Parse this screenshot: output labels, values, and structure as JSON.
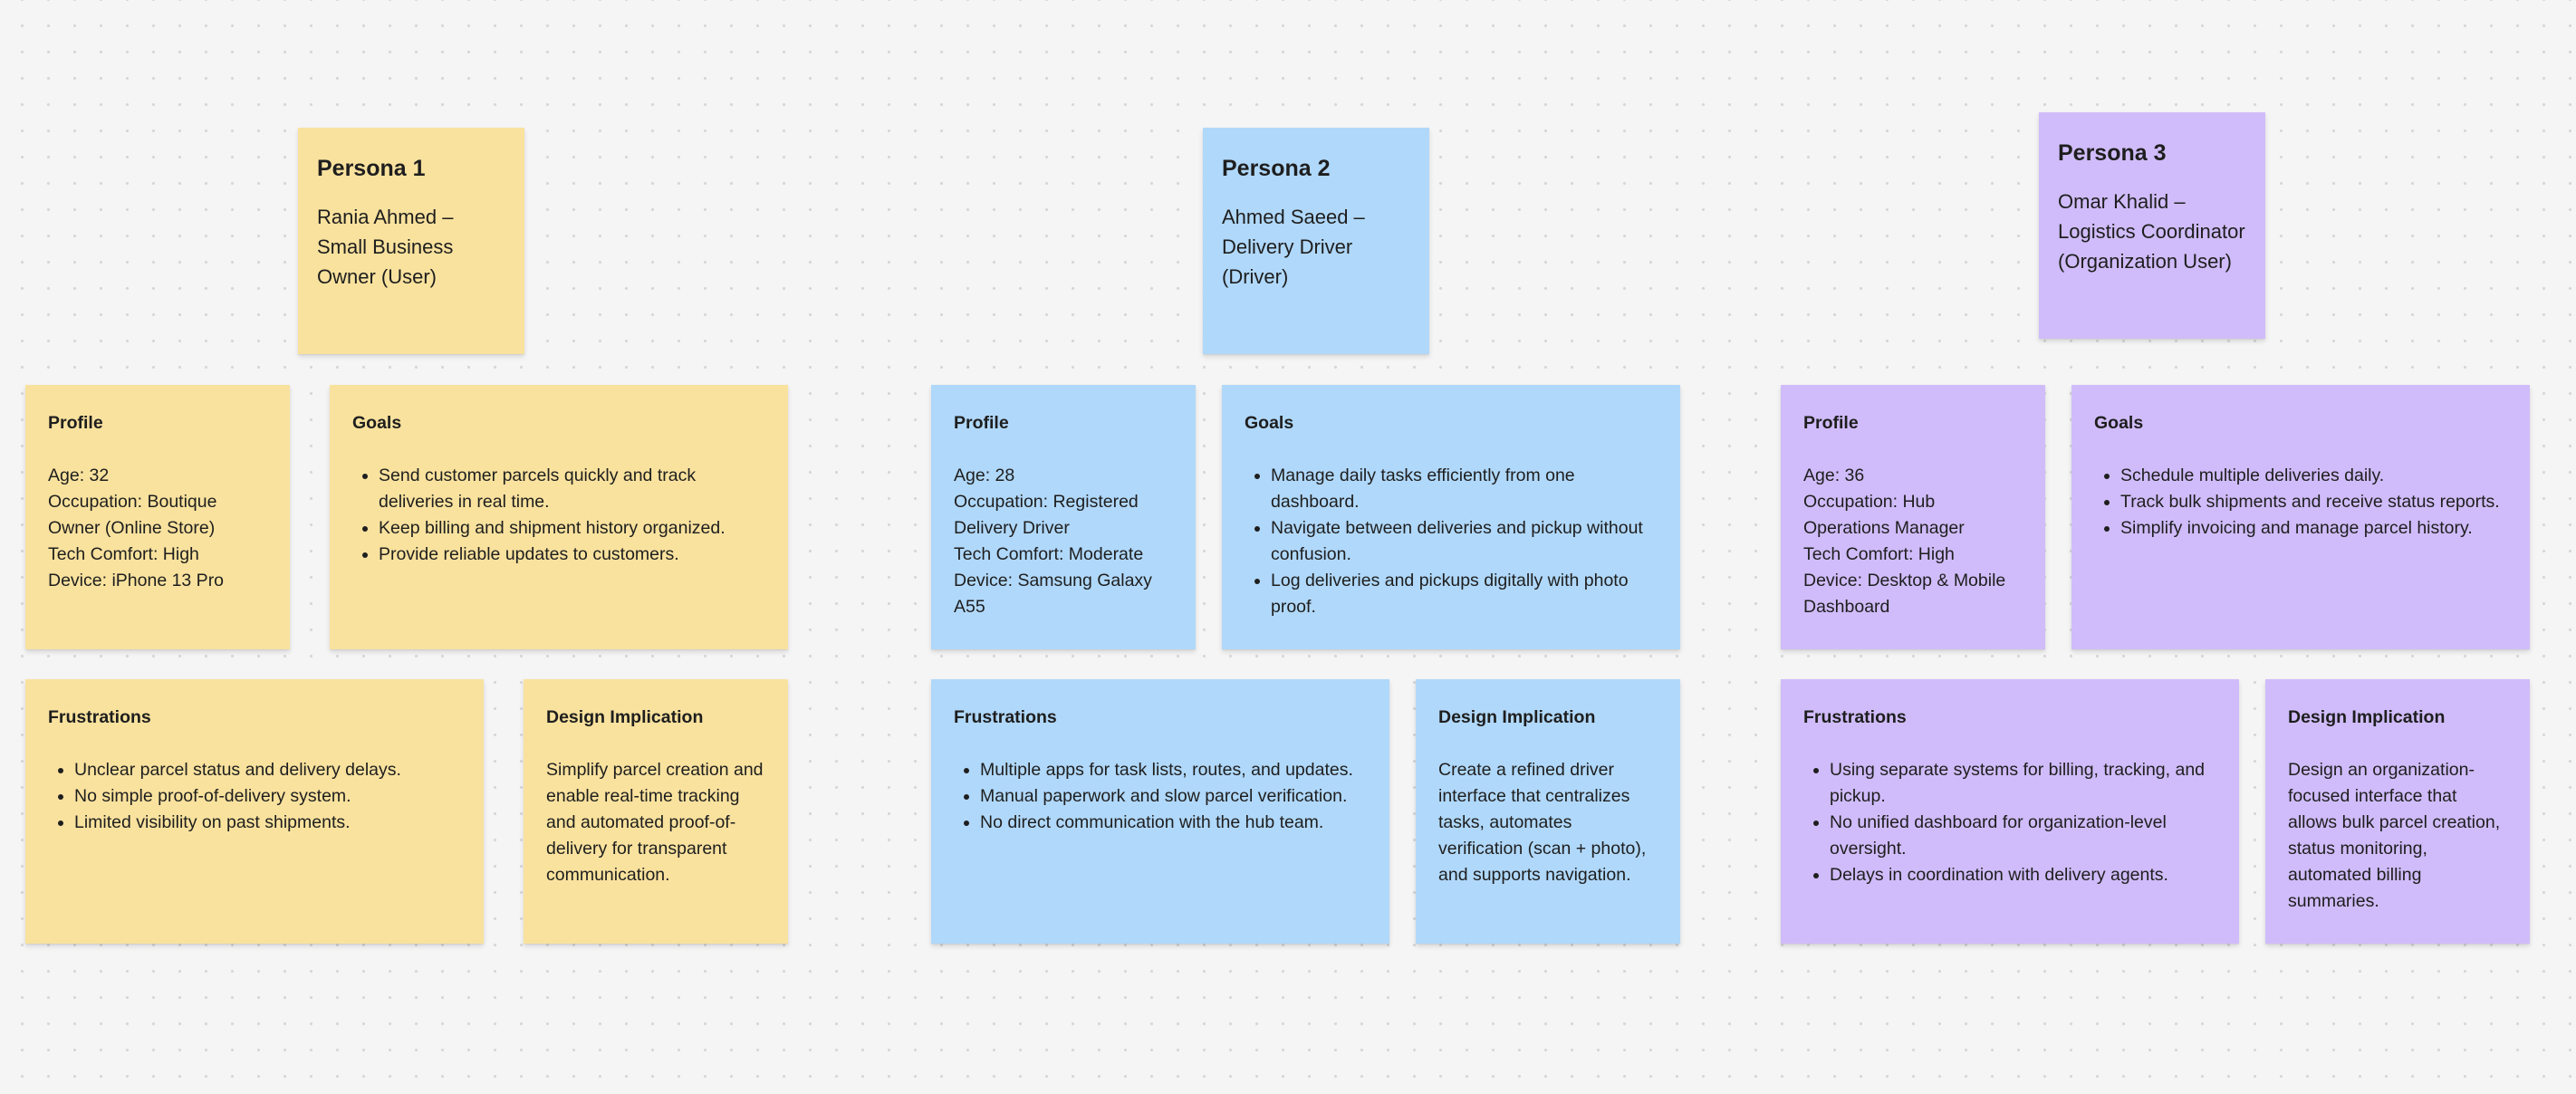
{
  "colors": {
    "persona_1": "#f9e29e",
    "persona_2": "#b0d8fa",
    "persona_3": "#d0bcfa",
    "canvas_background": "#f5f5f5"
  },
  "personas": [
    {
      "title": "Persona 1",
      "subtitle": "Rania Ahmed – Small Business Owner (User)",
      "profile": {
        "title": "Profile",
        "lines": [
          "Age: 32",
          "Occupation: Boutique Owner (Online Store)",
          "Tech Comfort: High",
          "Device: iPhone 13 Pro"
        ]
      },
      "goals": {
        "title": "Goals",
        "items": [
          "Send customer parcels quickly and track deliveries in real time.",
          "Keep billing and shipment history organized.",
          "Provide reliable updates to customers."
        ]
      },
      "frustrations": {
        "title": "Frustrations",
        "items": [
          "Unclear parcel status and delivery delays.",
          "No simple proof-of-delivery system.",
          "Limited visibility on past shipments."
        ]
      },
      "design": {
        "title": "Design Implication",
        "text": "Simplify parcel creation and enable real-time tracking and automated proof-of-delivery for transparent communication."
      }
    },
    {
      "title": "Persona 2",
      "subtitle": "Ahmed Saeed – Delivery Driver (Driver)",
      "profile": {
        "title": "Profile",
        "lines": [
          "Age: 28",
          "Occupation: Registered Delivery Driver",
          "Tech Comfort: Moderate",
          "Device: Samsung Galaxy A55"
        ]
      },
      "goals": {
        "title": "Goals",
        "items": [
          "Manage daily tasks efficiently from one dashboard.",
          "Navigate between deliveries and pickup without confusion.",
          "Log deliveries and pickups digitally with photo proof."
        ]
      },
      "frustrations": {
        "title": "Frustrations",
        "items": [
          "Multiple apps for task lists, routes, and updates.",
          "Manual paperwork and slow parcel verification.",
          "No direct communication with the hub team."
        ]
      },
      "design": {
        "title": "Design Implication",
        "text": "Create a refined driver interface that centralizes tasks, automates verification (scan + photo), and supports navigation."
      }
    },
    {
      "title": "Persona 3",
      "subtitle": "Omar Khalid – Logistics Coordinator (Organization User)",
      "profile": {
        "title": "Profile",
        "lines": [
          "Age: 36",
          "Occupation: Hub Operations Manager",
          "Tech Comfort: High",
          "Device: Desktop & Mobile Dashboard"
        ]
      },
      "goals": {
        "title": "Goals",
        "items": [
          "Schedule multiple deliveries daily.",
          "Track bulk shipments and receive status reports.",
          "Simplify invoicing and manage parcel history."
        ]
      },
      "frustrations": {
        "title": "Frustrations",
        "items": [
          "Using separate systems for billing, tracking, and pickup.",
          "No unified dashboard for organization-level oversight.",
          "Delays in coordination with delivery agents."
        ]
      },
      "design": {
        "title": "Design Implication",
        "text": "Design an organization-focused interface that allows bulk parcel creation, status monitoring, automated billing summaries."
      }
    }
  ]
}
